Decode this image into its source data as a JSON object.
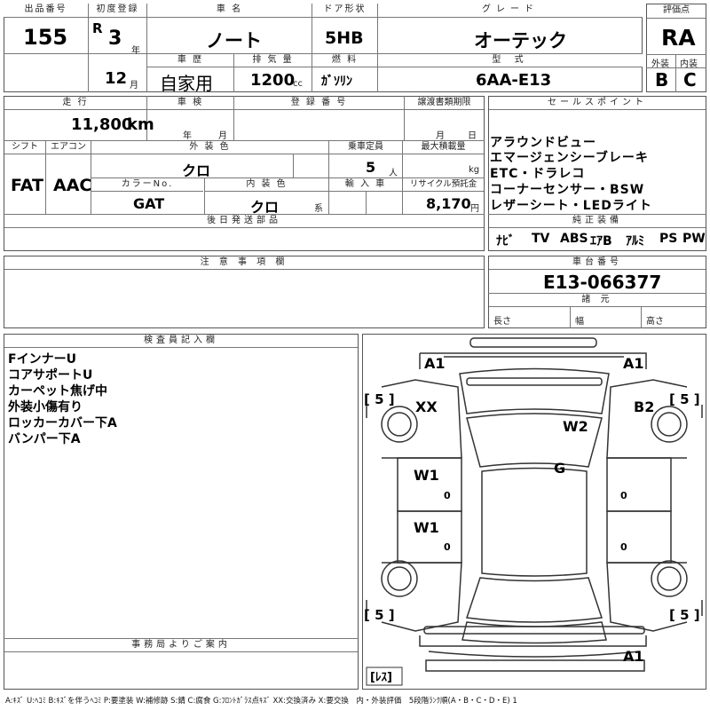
{
  "header_labels": {
    "lot": "出品番号",
    "first_reg": "初度登録",
    "car_name": "車 名",
    "door": "ドア形状",
    "grade": "グレード",
    "score": "評価点",
    "history": "車 歴",
    "displacement": "排 気 量",
    "fuel": "燃 料",
    "model_code": "型 式",
    "exterior": "外装",
    "interior": "内装"
  },
  "lot_number": "155",
  "first_reg": {
    "era": "R",
    "year": "3",
    "year_unit": "年",
    "month": "12",
    "month_unit": "月"
  },
  "car_name": "ノート",
  "door_type": "5HB",
  "grade": "オーテック",
  "score": "RA",
  "history": "自家用",
  "displacement": "1200",
  "displacement_unit": "cc",
  "fuel": "ｶﾞｿﾘﾝ",
  "model_code": "6AA-E13",
  "exterior_grade": "B",
  "interior_grade": "C",
  "row2_labels": {
    "mileage": "走 行",
    "inspection": "車 検",
    "reg_no": "登 録 番 号",
    "transfer": "譲渡書類期限",
    "shift": "シフト",
    "ac": "エアコン",
    "ext_color": "外 装 色",
    "capacity": "乗車定員",
    "max_load": "最大積載量",
    "color_no": "カラーNo.",
    "int_color": "内 装 色",
    "import": "輸 入 車",
    "recycle": "リサイクル預託金",
    "delayed_parts": "後日発送部品",
    "sales_points": "セールスポイント",
    "genuine": "純正装備"
  },
  "mileage": "11,800",
  "mileage_unit": "km",
  "inspection_units": {
    "year": "年",
    "month": "月"
  },
  "transfer_units": {
    "month": "月",
    "day": "日"
  },
  "shift": "FAT",
  "ac": "AAC",
  "ext_color": "クロ",
  "capacity": "5",
  "capacity_unit": "人",
  "max_load_unit": "kg",
  "color_no": "GAT",
  "int_color": "クロ",
  "int_color_unit": "系",
  "recycle_fee": "8,170",
  "recycle_unit": "円",
  "sales_points": [
    "アラウンドビュー",
    "エマージェンシーブレーキ",
    "ETC・ドラレコ",
    "コーナーセンサー・BSW",
    "レザーシート・LEDライト"
  ],
  "genuine_equipment": [
    "ﾅﾋﾞ",
    "TV",
    "ABS",
    "ｴｱB",
    "ｱﾙﾐ",
    "PS",
    "PW"
  ],
  "notes_label": "注 意 事 項 欄",
  "chassis_label": "車台番号",
  "chassis_number": "E13-066377",
  "specs_label": "諸 元",
  "specs": {
    "length": "長さ",
    "width": "幅",
    "height": "高さ"
  },
  "inspector_label": "検査員記入欄",
  "inspector_notes": [
    "FインナーU",
    "コアサポートU",
    "カーペット焦げ中",
    "外装小傷有り",
    "ロッカーカバー下A",
    "バンパー下A"
  ],
  "office_label": "事務局よりご案内",
  "diagram": {
    "marks": {
      "front_left": "A1",
      "front_right": "A1",
      "rear_right": "A1",
      "left_front_fender": "XX",
      "right_front_fender": "B2",
      "roof": "W2",
      "glass": "G",
      "left_front_door": "W1",
      "left_rear_door": "W1"
    },
    "tire_tl": "[ 5 ]",
    "tire_tr": "[ 5 ]",
    "tire_bl": "[ 5 ]",
    "tire_br": "[ 5 ]",
    "door_zero_1": "0",
    "door_zero_2": "0",
    "door_zero_3": "0",
    "door_zero_4": "0",
    "spare": "[ﾚｽ]"
  },
  "footer_legend": "A:ｷｽﾞ U:ﾍｺﾐ B:ｷｽﾞを伴うﾍｺﾐ P:要塗装 W:補修跡 S:錆 C:腐食 G:ﾌﾛﾝﾄｶﾞﾗｽ点ｷｽﾞ XX:交換済み X:要交換　内・外装評価　5段階ﾗﾝｸ順(A・B・C・D・E) 1"
}
